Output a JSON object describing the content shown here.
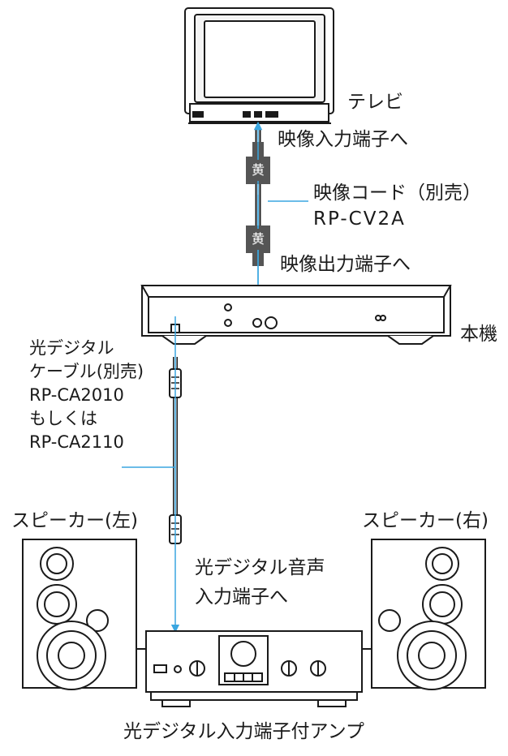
{
  "labels": {
    "tv": "テレビ",
    "video_in": "映像入力端子へ",
    "video_cord": "映像コード（別売）",
    "video_cord_model": "RP-CV2A",
    "video_out": "映像出力端子へ",
    "main_unit": "本機",
    "optical_cable": [
      "光デジタル",
      "ケーブル(別売)",
      "RP-CA2010",
      "もしくは",
      "RP-CA2110"
    ],
    "speaker_left": "スピーカー(左)",
    "speaker_right": "スピーカー(右)",
    "optical_in_line1": "光デジタル音声",
    "optical_in_line2": "入力端子へ",
    "amplifier": "光デジタル入力端子付アンプ",
    "plug_color": "黄"
  },
  "colors": {
    "signal_line": "#3aa6e0",
    "outline": "#1a1a1a",
    "plug": "#555555"
  }
}
